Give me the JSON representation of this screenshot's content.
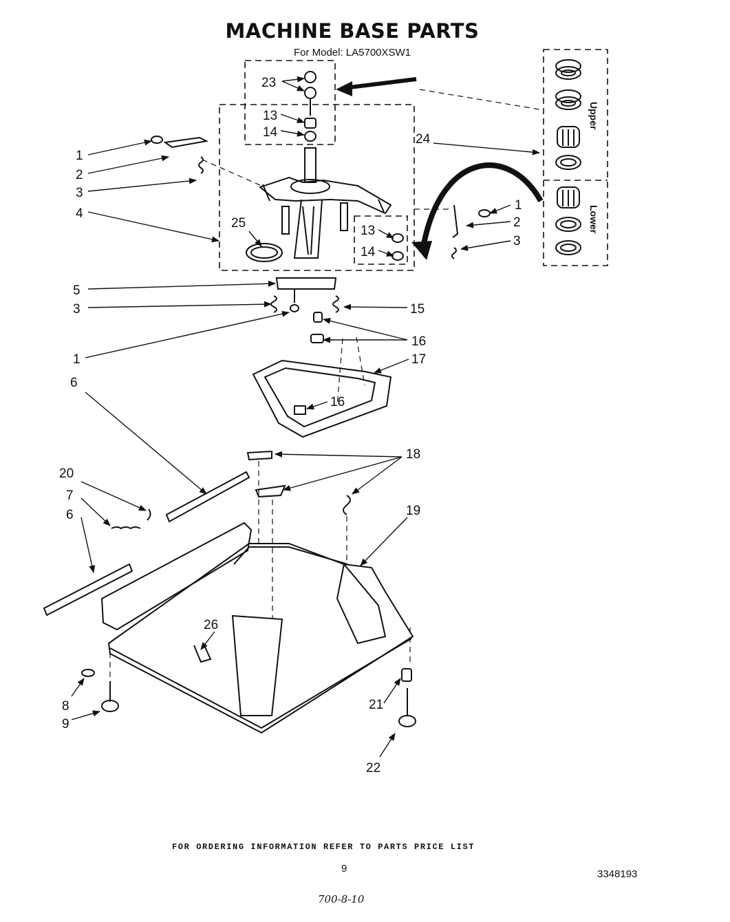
{
  "title": "MACHINE BASE PARTS",
  "model": "For Model: LA5700XSW1",
  "inset": {
    "upper": "Upper",
    "lower": "Lower"
  },
  "callouts": {
    "c23": "23",
    "c13a": "13",
    "c14a": "14",
    "c1a": "1",
    "c2a": "2",
    "c3a": "3",
    "c4": "4",
    "c25": "25",
    "c13b": "13",
    "c14b": "14",
    "c24": "24",
    "c1b": "1",
    "c2b": "2",
    "c3b": "3",
    "c5": "5",
    "c3c": "3",
    "c15": "15",
    "c16a": "16",
    "c1c": "1",
    "c6a": "6",
    "c17": "17",
    "c16b": "16",
    "c18": "18",
    "c20": "20",
    "c7": "7",
    "c6b": "6",
    "c19": "19",
    "c26": "26",
    "c8": "8",
    "c9": "9",
    "c21": "21",
    "c22": "22"
  },
  "footer": "FOR ORDERING INFORMATION REFER TO PARTS PRICE LIST",
  "page_number": "9",
  "part_number": "3348193",
  "hand_note": "700-8-10"
}
